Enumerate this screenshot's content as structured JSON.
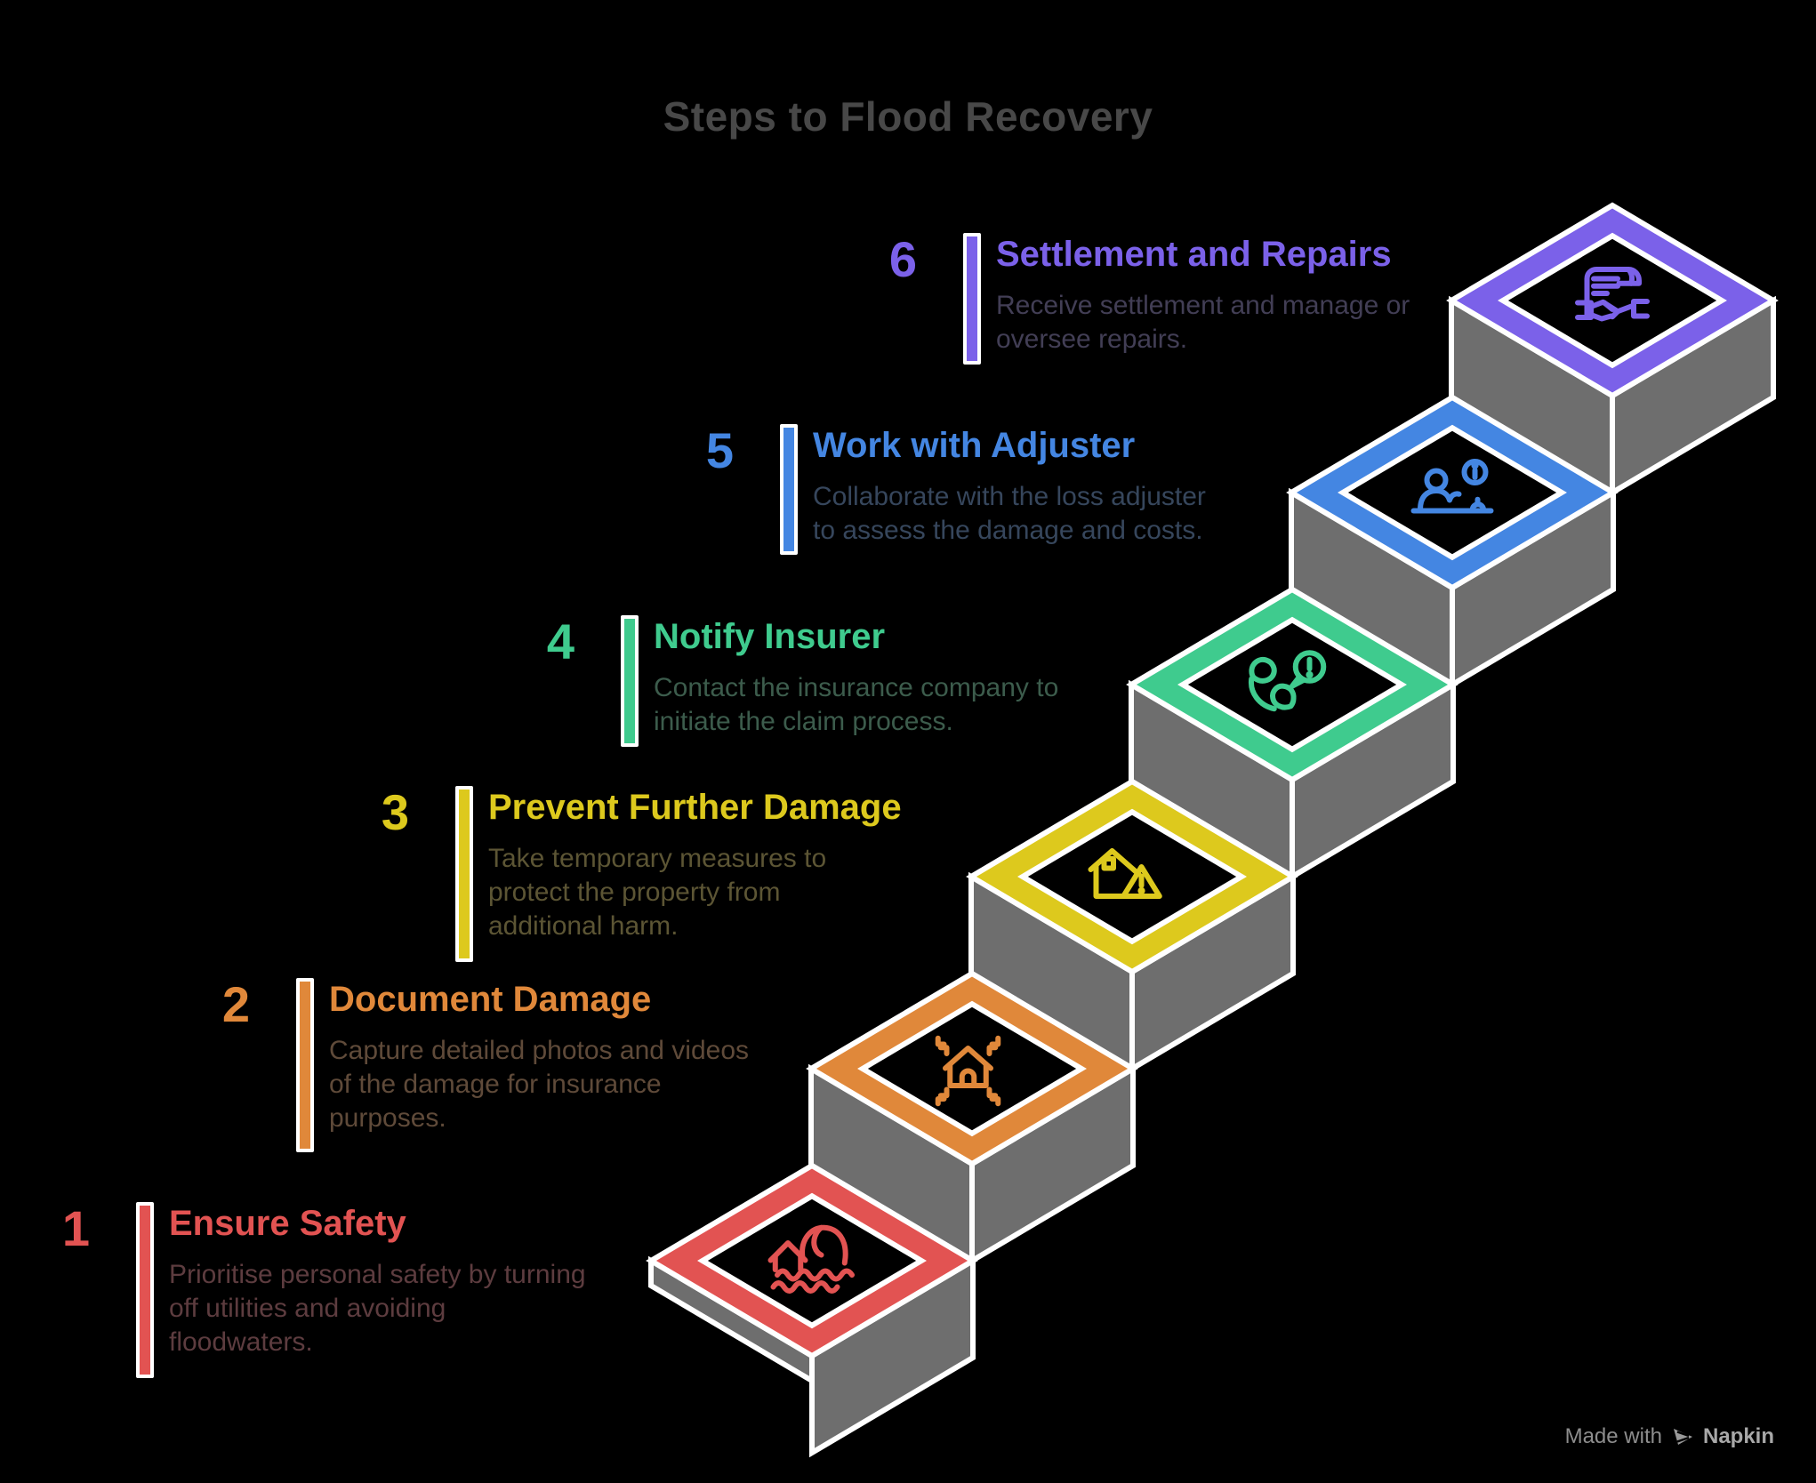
{
  "title": "Steps to Flood Recovery",
  "title_color": "#484848",
  "stair_gray": "#6e6e6e",
  "outline_white": "#ffffff",
  "tile_face": "#000000",
  "steps": [
    {
      "number": "1",
      "title": "Ensure Safety",
      "description": "Prioritise personal safety by turning\noff utilities and avoiding\nfloodwaters.",
      "color": "#e25352",
      "desc_color": "#5d3c3f",
      "icon": "flood-wave-house"
    },
    {
      "number": "2",
      "title": "Document Damage",
      "description": "Capture detailed photos and videos\nof the damage for insurance\npurposes.",
      "color": "#e0883a",
      "desc_color": "#5f4a39",
      "icon": "shaking-house"
    },
    {
      "number": "3",
      "title": "Prevent Further Damage",
      "description": "Take temporary measures to\nprotect the property from\nadditional harm.",
      "color": "#ddc91d",
      "desc_color": "#5c5534",
      "icon": "house-warning"
    },
    {
      "number": "4",
      "title": "Notify Insurer",
      "description": "Contact the insurance company to\ninitiate the claim process.",
      "color": "#3fcb8e",
      "desc_color": "#3c5c4c",
      "icon": "phone-alert"
    },
    {
      "number": "5",
      "title": "Work with Adjuster",
      "description": "Collaborate with the loss adjuster\nto assess the damage and costs.",
      "color": "#4486e2",
      "desc_color": "#36465c",
      "icon": "adjuster-desk"
    },
    {
      "number": "6",
      "title": "Settlement and Repairs",
      "description": "Receive settlement and manage or\noversee repairs.",
      "color": "#7b61e9",
      "desc_color": "#423e55",
      "icon": "contract-handshake"
    }
  ],
  "footer": {
    "made_with": "Made with",
    "brand": "Napkin"
  }
}
